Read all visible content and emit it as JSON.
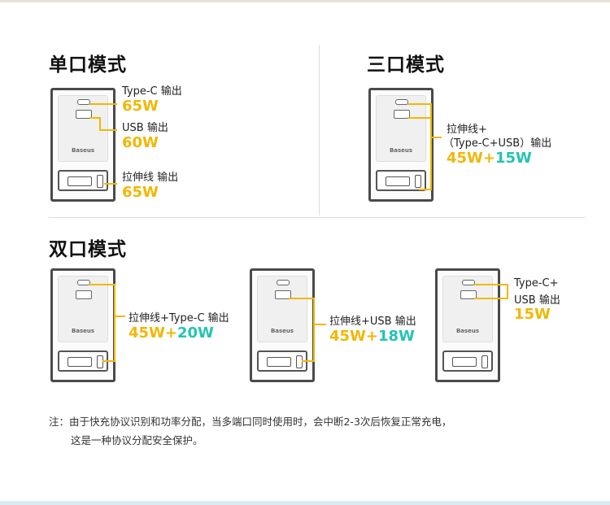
{
  "sections": {
    "single": "单口模式",
    "triple": "三口模式",
    "dual": "双口模式"
  },
  "brand": "Baseus",
  "single": {
    "typec_label": "Type-C 输出",
    "typec_power": "65W",
    "usb_label": "USB 输出",
    "usb_power": "60W",
    "cable_label": "拉伸线 输出",
    "cable_power": "65W"
  },
  "triple": {
    "label_line1": "拉伸线+",
    "label_line2": "（Type-C+USB）输出",
    "power_a": "45W",
    "power_plus": "+",
    "power_b": "15W"
  },
  "dual": {
    "d1": {
      "label": "拉伸线+Type-C 输出",
      "power_a": "45W",
      "power_plus": "+",
      "power_b": "20W"
    },
    "d2": {
      "label": "拉伸线+USB 输出",
      "power_a": "45W",
      "power_plus": "+",
      "power_b": "18W"
    },
    "d3": {
      "label_line1": "Type-C+",
      "label_line2": "USB 输出",
      "power": "15W"
    }
  },
  "note": {
    "line1": "注：由于快充协议识别和功率分配，当多端口同时使用时，会中断2-3次后恢复正常充电，",
    "line2": "这是一种协议分配安全保护。"
  },
  "colors": {
    "yellow": "#f2b705",
    "teal": "#24c3b5"
  }
}
